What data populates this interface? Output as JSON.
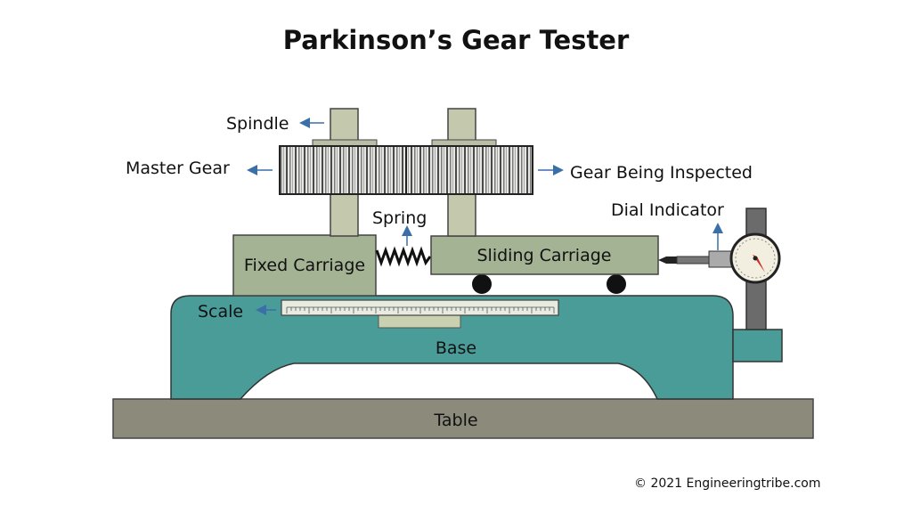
{
  "title": "Parkinson’s Gear Tester",
  "labels": {
    "spindle": "Spindle",
    "master_gear": "Master Gear",
    "gear_being_inspected": "Gear Being Inspected",
    "spring": "Spring",
    "dial_indicator": "Dial Indicator",
    "fixed_carriage": "Fixed Carriage",
    "sliding_carriage": "Sliding Carriage",
    "scale": "Scale",
    "base": "Base",
    "table": "Table"
  },
  "copyright": "© 2021 Engineeringtribe.com",
  "colors": {
    "base": "#4a9c99",
    "table": "#8c8a7a",
    "carriage": "#a3b394",
    "spindle": "#c4c9ad",
    "arrow": "#3a6fa8",
    "needle": "#d22a1a"
  }
}
